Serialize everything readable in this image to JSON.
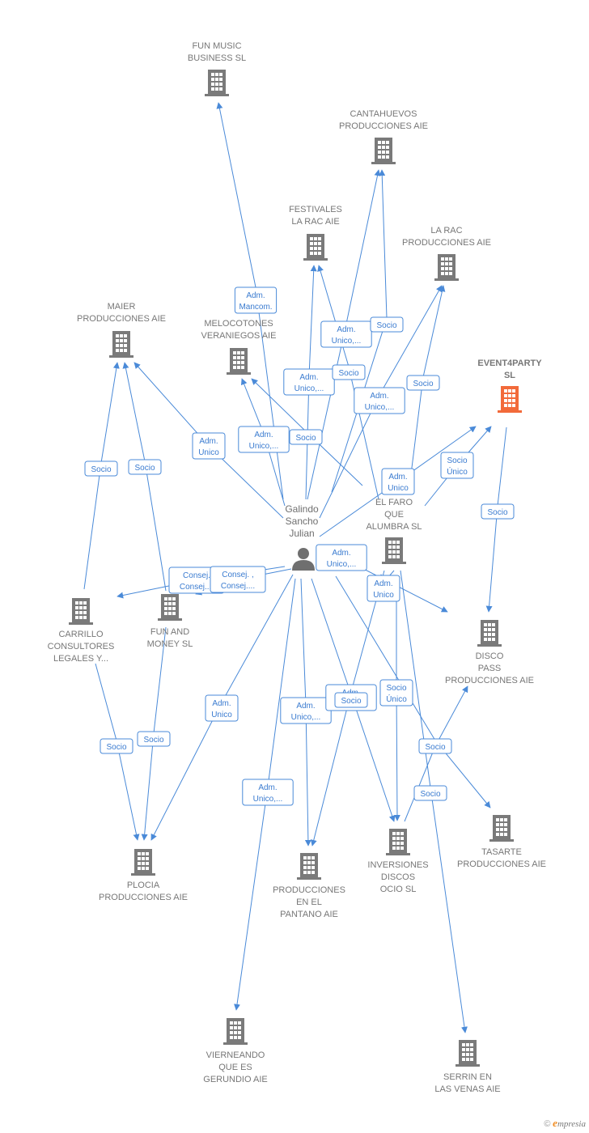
{
  "colors": {
    "edge": "#4a8ad8",
    "building": "#7a7a7a",
    "highlight": "#f26a3a",
    "label": "#777777"
  },
  "person": {
    "icon": "person-icon",
    "lines": [
      "Galindo",
      "Sancho",
      "Julian"
    ]
  },
  "companies": [
    {
      "id": "fun_music",
      "lines": [
        "FUN MUSIC",
        "BUSINESS  SL"
      ]
    },
    {
      "id": "cantahuevos",
      "lines": [
        "CANTAHUEVOS",
        "PRODUCCIONES AIE"
      ]
    },
    {
      "id": "festivales",
      "lines": [
        "FESTIVALES",
        "LA RAC AIE"
      ]
    },
    {
      "id": "la_rac",
      "lines": [
        "LA RAC",
        "PRODUCCIONES AIE"
      ]
    },
    {
      "id": "maier",
      "lines": [
        "MAIER",
        "PRODUCCIONES AIE"
      ]
    },
    {
      "id": "melocotones",
      "lines": [
        "MELOCOTONES",
        "VERANIEGOS AIE"
      ]
    },
    {
      "id": "event4party",
      "lines": [
        "EVENT4PARTY",
        "SL"
      ],
      "highlight": true
    },
    {
      "id": "el_faro",
      "lines": [
        "EL FARO",
        "QUE",
        "ALUMBRA  SL"
      ]
    },
    {
      "id": "carrillo",
      "lines": [
        "CARRILLO",
        "CONSULTORES",
        "LEGALES Y..."
      ]
    },
    {
      "id": "fun_money",
      "lines": [
        "FUN AND",
        "MONEY  SL"
      ]
    },
    {
      "id": "disco_pass",
      "lines": [
        "DISCO",
        "PASS",
        "PRODUCCIONES AIE"
      ]
    },
    {
      "id": "tasarte",
      "lines": [
        "TASARTE",
        "PRODUCCIONES AIE"
      ]
    },
    {
      "id": "inversiones",
      "lines": [
        "INVERSIONES",
        "DISCOS",
        "OCIO  SL"
      ]
    },
    {
      "id": "plocia",
      "lines": [
        "PLOCIA",
        "PRODUCCIONES AIE"
      ]
    },
    {
      "id": "pantano",
      "lines": [
        "PRODUCCIONES",
        "EN EL",
        "PANTANO AIE"
      ]
    },
    {
      "id": "vierneando",
      "lines": [
        "VIERNEANDO",
        "QUE ES",
        "GERUNDIO AIE"
      ]
    },
    {
      "id": "serrin",
      "lines": [
        "SERRIN EN",
        "LAS VENAS AIE"
      ]
    }
  ],
  "edge_labels": [
    {
      "id": "l_fun_music",
      "lines": [
        "Adm.",
        "Mancom."
      ]
    },
    {
      "id": "l_cantahuevos",
      "lines": [
        "Adm.",
        "Unico,..."
      ]
    },
    {
      "id": "l_cantahuevos_socio",
      "lines": [
        "Socio"
      ]
    },
    {
      "id": "l_festivales",
      "lines": [
        "Adm.",
        "Unico,..."
      ]
    },
    {
      "id": "l_festivales_socio",
      "lines": [
        "Socio"
      ]
    },
    {
      "id": "l_la_rac",
      "lines": [
        "Adm.",
        "Unico,..."
      ]
    },
    {
      "id": "l_la_rac_socio",
      "lines": [
        "Socio"
      ]
    },
    {
      "id": "l_maier",
      "lines": [
        "Adm.",
        "Unico"
      ]
    },
    {
      "id": "l_melocotones",
      "lines": [
        "Adm.",
        "Unico,..."
      ]
    },
    {
      "id": "l_melocotones_socio",
      "lines": [
        "Socio"
      ]
    },
    {
      "id": "l_elfaro_event",
      "lines": [
        "Socio",
        "Único"
      ]
    },
    {
      "id": "l_elfaro",
      "lines": [
        "Adm.",
        "Unico"
      ]
    },
    {
      "id": "l_event_disco",
      "lines": [
        "Socio"
      ]
    },
    {
      "id": "l_carrillo_maier",
      "lines": [
        "Socio"
      ]
    },
    {
      "id": "l_funmoney_maier",
      "lines": [
        "Socio"
      ]
    },
    {
      "id": "l_carrillo",
      "lines": [
        "Consej.",
        "Consej...."
      ]
    },
    {
      "id": "l_funmoney",
      "lines": [
        "Consej. ,",
        "Consej...."
      ]
    },
    {
      "id": "l_disco_pass",
      "lines": [
        "Adm.",
        "Unico,..."
      ]
    },
    {
      "id": "l_elfaro_disco",
      "lines": [
        "Adm.",
        "Unico"
      ]
    },
    {
      "id": "l_plocia",
      "lines": [
        "Adm.",
        "Unico"
      ]
    },
    {
      "id": "l_pantano",
      "lines": [
        "Adm.",
        "Unico,..."
      ]
    },
    {
      "id": "l_vierneando",
      "lines": [
        "Adm.",
        "Unico,..."
      ]
    },
    {
      "id": "l_inversiones",
      "lines": [
        "Adm.",
        "Unico,..."
      ]
    },
    {
      "id": "l_inv_socio",
      "lines": [
        "Socio"
      ]
    },
    {
      "id": "l_inv_socio_unico",
      "lines": [
        "Socio",
        "Único"
      ]
    },
    {
      "id": "l_tasarte",
      "lines": [
        "Socio"
      ]
    },
    {
      "id": "l_serrin",
      "lines": [
        "Socio"
      ]
    },
    {
      "id": "l_carrillo_plocia",
      "lines": [
        "Socio"
      ]
    },
    {
      "id": "l_funmoney_plocia",
      "lines": [
        "Socio"
      ]
    }
  ],
  "footer": {
    "copyright": "©",
    "brand_initial": "e",
    "brand_rest": "mpresia"
  }
}
